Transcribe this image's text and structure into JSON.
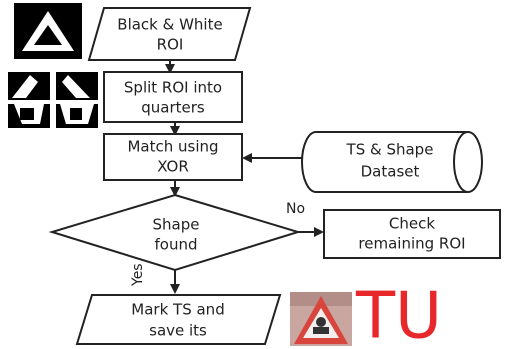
{
  "diagram": {
    "nodes": {
      "bw_roi": [
        "Black & White",
        "ROI"
      ],
      "split": [
        "Split ROI into",
        "quarters"
      ],
      "match": [
        "Match using",
        "XOR"
      ],
      "dataset": [
        "TS & Shape",
        "Dataset"
      ],
      "decision": [
        "Shape",
        "found"
      ],
      "check": [
        "Check",
        "remaining ROI"
      ],
      "mark": [
        "Mark TS and",
        "save its"
      ]
    },
    "edge_labels": {
      "no": "No",
      "yes": "Yes"
    },
    "logo_text": "TU"
  },
  "colors": {
    "ink": "#222222",
    "logo_red": "#e8272b",
    "sign_red": "#d8453c"
  },
  "icons": {
    "bw_triangle": "black-white-triangle-roi-icon",
    "quarters": "split-quarters-roi-icon",
    "sign_photo": "warning-sign-photo-icon"
  }
}
